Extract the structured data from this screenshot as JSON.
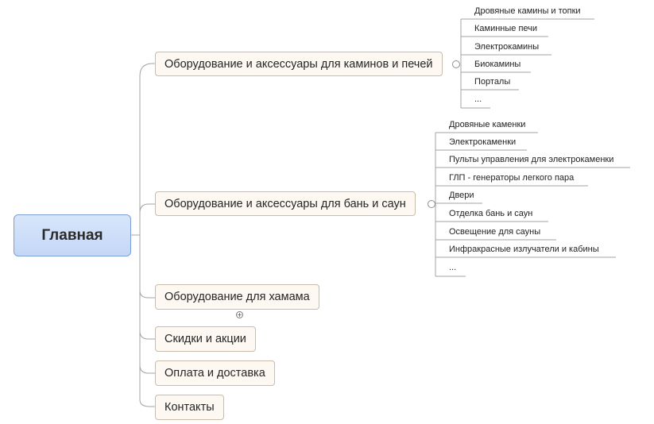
{
  "root": {
    "label": "Главная"
  },
  "branches": [
    {
      "label": "Оборудование и аксессуары для каминов и печей",
      "children": [
        "Дровяные камины и топки",
        "Каминные печи",
        "Электрокамины",
        "Биокамины",
        "Порталы",
        "..."
      ]
    },
    {
      "label": "Оборудование и аксессуары для бань и саун",
      "children": [
        "Дровяные каменки",
        "Электрокаменки",
        "Пульты управления для электрокаменки",
        "ГЛП - генераторы легкого пара",
        "Двери",
        "Отделка бань и саун",
        "Освещение для сауны",
        "Инфракрасные излучатели и кабины",
        "..."
      ]
    },
    {
      "label": "Оборудование для хамама"
    },
    {
      "label": "Скидки и акции"
    },
    {
      "label": "Оплата и доставка"
    },
    {
      "label": "Контакты"
    }
  ],
  "toggles": {
    "plus_symbol": "+"
  },
  "colors": {
    "root_fill": "#c9dbf7",
    "root_border": "#7c9fd6",
    "branch_fill": "#fdf8f2",
    "branch_border": "#c9bcaa",
    "connector": "#a0a0a0"
  }
}
